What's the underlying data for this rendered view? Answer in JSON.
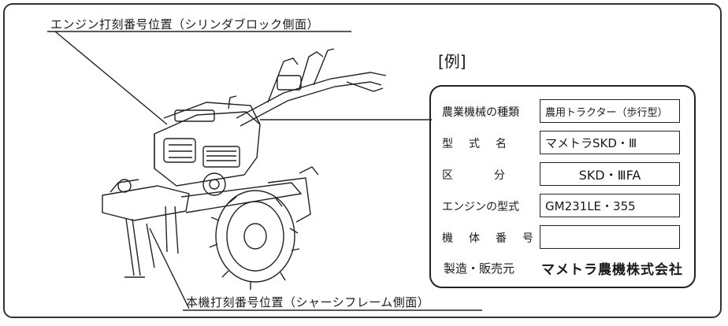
{
  "callouts": {
    "engine_stamp": "エンジン打刻番号位置（シリンダブロック側面）",
    "chassis_stamp": "本機打刻番号位置（シャーシフレーム側面）"
  },
  "example_label": "[例]",
  "nameplate": {
    "rows": [
      {
        "label": "農業機械の種類",
        "value": "農用トラクター（歩行型）"
      },
      {
        "label": "型式名",
        "value": "マメトラSKD・Ⅲ"
      },
      {
        "label": "区分",
        "value": "SKD・ⅢFA"
      },
      {
        "label": "エンジンの型式",
        "value": "GM231LE・355"
      },
      {
        "label": "機体番号",
        "value": ""
      }
    ],
    "footer_label": "製造・販売元",
    "manufacturer": "マメトラ農機株式会社"
  }
}
